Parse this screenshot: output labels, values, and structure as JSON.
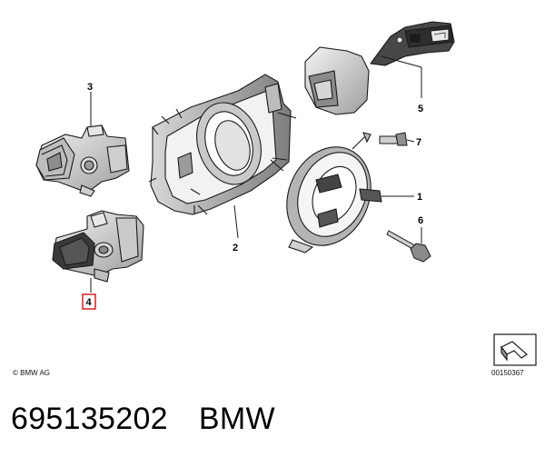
{
  "diagram": {
    "callouts": [
      "1",
      "2",
      "3",
      "4",
      "5",
      "6",
      "7"
    ],
    "highlighted_callout": "4",
    "copyright": "© BMW AG",
    "diagram_id": "00150367"
  },
  "caption": {
    "part_number": "695135202",
    "brand": "BMW"
  },
  "colors": {
    "highlight": "#d02020",
    "line": "#1a1a1a",
    "shade": "#b9b9b9"
  }
}
